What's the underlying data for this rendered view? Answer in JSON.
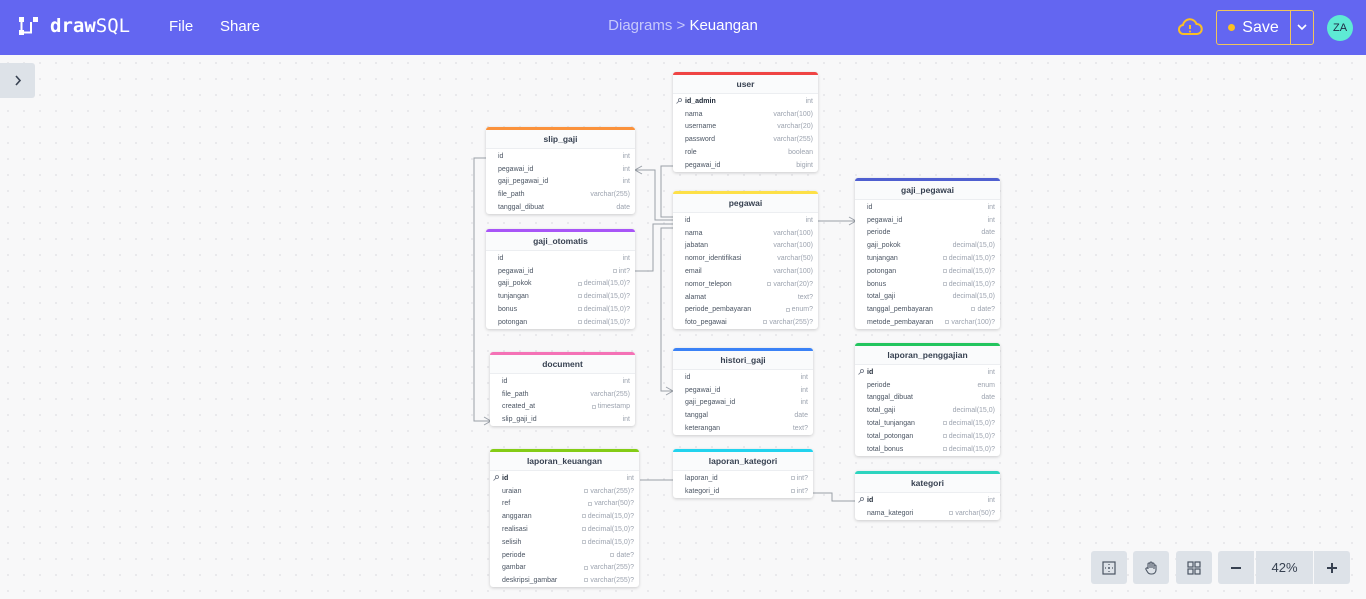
{
  "app": {
    "logo_bold": "draw",
    "logo_light": "SQL",
    "menu": [
      "File",
      "Share"
    ]
  },
  "breadcrumb": {
    "root": "Diagrams >",
    "current": "Keuangan"
  },
  "toolbar": {
    "save_label": "Save",
    "avatar_initials": "ZA"
  },
  "zoom": {
    "level_label": "42%"
  },
  "icons": {
    "cloud": "cloud-warning-icon",
    "sidebar": "chevron-right-icon",
    "controls": [
      "fit-view-icon",
      "hand-pan-icon",
      "grid-layout-icon",
      "zoom-out-icon",
      "zoom-in-icon"
    ]
  },
  "colors": {
    "topbar": "#6366f1",
    "user": "#ef4444",
    "pegawai": "#fde047",
    "slip_gaji": "#fb923c",
    "gaji_otomatis": "#a855f7",
    "document": "#f472b6",
    "laporan_keuangan": "#84cc16",
    "histori_gaji": "#3b82f6",
    "laporan_kategori": "#22d3ee",
    "gaji_pegawai": "#4f5fd0",
    "laporan_penggajian": "#22c55e",
    "kategori": "#2dd4bf"
  },
  "tables": [
    {
      "name": "user",
      "columns": [
        {
          "name": "id_admin",
          "type": "int",
          "pk": true
        },
        {
          "name": "nama",
          "type": "varchar(100)"
        },
        {
          "name": "username",
          "type": "varchar(20)"
        },
        {
          "name": "password",
          "type": "varchar(255)"
        },
        {
          "name": "role",
          "type": "boolean"
        },
        {
          "name": "pegawai_id",
          "type": "bigint"
        }
      ]
    },
    {
      "name": "slip_gaji",
      "columns": [
        {
          "name": "id",
          "type": "int"
        },
        {
          "name": "pegawai_id",
          "type": "int"
        },
        {
          "name": "gaji_pegawai_id",
          "type": "int"
        },
        {
          "name": "file_path",
          "type": "varchar(255)"
        },
        {
          "name": "tanggal_dibuat",
          "type": "date"
        }
      ]
    },
    {
      "name": "pegawai",
      "columns": [
        {
          "name": "id",
          "type": "int"
        },
        {
          "name": "nama",
          "type": "varchar(100)"
        },
        {
          "name": "jabatan",
          "type": "varchar(100)"
        },
        {
          "name": "nomor_identifikasi",
          "type": "varchar(50)"
        },
        {
          "name": "email",
          "type": "varchar(100)"
        },
        {
          "name": "nomor_telepon",
          "type": "varchar(20)?",
          "nullable": true
        },
        {
          "name": "alamat",
          "type": "text?"
        },
        {
          "name": "periode_pembayaran",
          "type": "enum?",
          "nullable": true
        },
        {
          "name": "foto_pegawai",
          "type": "varchar(255)?",
          "nullable": true
        }
      ]
    },
    {
      "name": "gaji_pegawai",
      "columns": [
        {
          "name": "id",
          "type": "int"
        },
        {
          "name": "pegawai_id",
          "type": "int"
        },
        {
          "name": "periode",
          "type": "date"
        },
        {
          "name": "gaji_pokok",
          "type": "decimal(15,0)"
        },
        {
          "name": "tunjangan",
          "type": "decimal(15,0)?",
          "nullable": true
        },
        {
          "name": "potongan",
          "type": "decimal(15,0)?",
          "nullable": true
        },
        {
          "name": "bonus",
          "type": "decimal(15,0)?",
          "nullable": true
        },
        {
          "name": "total_gaji",
          "type": "decimal(15,0)"
        },
        {
          "name": "tanggal_pembayaran",
          "type": "date?",
          "nullable": true
        },
        {
          "name": "metode_pembayaran",
          "type": "varchar(100)?",
          "nullable": true
        }
      ]
    },
    {
      "name": "gaji_otomatis",
      "columns": [
        {
          "name": "id",
          "type": "int"
        },
        {
          "name": "pegawai_id",
          "type": "int?",
          "nullable": true
        },
        {
          "name": "gaji_pokok",
          "type": "decimal(15,0)?",
          "nullable": true
        },
        {
          "name": "tunjangan",
          "type": "decimal(15,0)?",
          "nullable": true
        },
        {
          "name": "bonus",
          "type": "decimal(15,0)?",
          "nullable": true
        },
        {
          "name": "potongan",
          "type": "decimal(15,0)?",
          "nullable": true
        }
      ]
    },
    {
      "name": "document",
      "columns": [
        {
          "name": "id",
          "type": "int"
        },
        {
          "name": "file_path",
          "type": "varchar(255)"
        },
        {
          "name": "created_at",
          "type": "timestamp",
          "nullable": true
        },
        {
          "name": "slip_gaji_id",
          "type": "int"
        }
      ]
    },
    {
      "name": "histori_gaji",
      "columns": [
        {
          "name": "id",
          "type": "int"
        },
        {
          "name": "pegawai_id",
          "type": "int"
        },
        {
          "name": "gaji_pegawai_id",
          "type": "int"
        },
        {
          "name": "tanggal",
          "type": "date"
        },
        {
          "name": "keterangan",
          "type": "text?"
        }
      ]
    },
    {
      "name": "laporan_penggajian",
      "columns": [
        {
          "name": "id",
          "type": "int",
          "pk": true
        },
        {
          "name": "periode",
          "type": "enum"
        },
        {
          "name": "tanggal_dibuat",
          "type": "date"
        },
        {
          "name": "total_gaji",
          "type": "decimal(15,0)"
        },
        {
          "name": "total_tunjangan",
          "type": "decimal(15,0)?",
          "nullable": true
        },
        {
          "name": "total_potongan",
          "type": "decimal(15,0)?",
          "nullable": true
        },
        {
          "name": "total_bonus",
          "type": "decimal(15,0)?",
          "nullable": true
        }
      ]
    },
    {
      "name": "laporan_keuangan",
      "columns": [
        {
          "name": "id",
          "type": "int",
          "pk": true
        },
        {
          "name": "uraian",
          "type": "varchar(255)?",
          "nullable": true
        },
        {
          "name": "ref",
          "type": "varchar(50)?",
          "nullable": true
        },
        {
          "name": "anggaran",
          "type": "decimal(15,0)?",
          "nullable": true
        },
        {
          "name": "realisasi",
          "type": "decimal(15,0)?",
          "nullable": true
        },
        {
          "name": "selisih",
          "type": "decimal(15,0)?",
          "nullable": true
        },
        {
          "name": "periode",
          "type": "date?",
          "nullable": true
        },
        {
          "name": "gambar",
          "type": "varchar(255)?",
          "nullable": true
        },
        {
          "name": "deskripsi_gambar",
          "type": "varchar(255)?",
          "nullable": true
        }
      ]
    },
    {
      "name": "laporan_kategori",
      "columns": [
        {
          "name": "laporan_id",
          "type": "int?",
          "nullable": true
        },
        {
          "name": "kategori_id",
          "type": "int?",
          "nullable": true
        }
      ]
    },
    {
      "name": "kategori",
      "columns": [
        {
          "name": "id",
          "type": "int",
          "pk": true
        },
        {
          "name": "nama_kategori",
          "type": "varchar(50)?",
          "nullable": true
        }
      ]
    }
  ]
}
